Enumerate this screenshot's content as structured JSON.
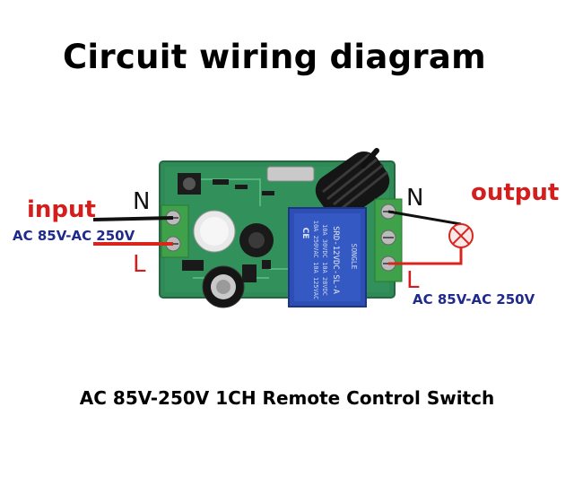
{
  "diagram": {
    "title": "Circuit wiring diagram",
    "caption": "AC 85V-250V 1CH Remote Control Switch",
    "input_label": "input",
    "output_label": "output",
    "input_voltage": "AC 85V-AC 250V",
    "output_voltage": "AC 85V-AC 250V",
    "neutral_left": "N",
    "live_left": "L",
    "neutral_right": "N",
    "live_right": "L",
    "relay_brand": "SONGLE",
    "relay_text": [
      "10A 250VAC 10A 125VAC",
      "10A 30VDC 10A 28VDC",
      "SRD-12VDC-SL-A"
    ],
    "relay_code": "CE"
  },
  "colors": {
    "pcb": "#2f8a57",
    "relay": "#2d4fb5",
    "terminal": "#3fa24a",
    "live_wire": "#d8261f",
    "neutral_wire": "#111111",
    "label_red": "#d41d1d",
    "label_blue": "#1f2a8c"
  }
}
